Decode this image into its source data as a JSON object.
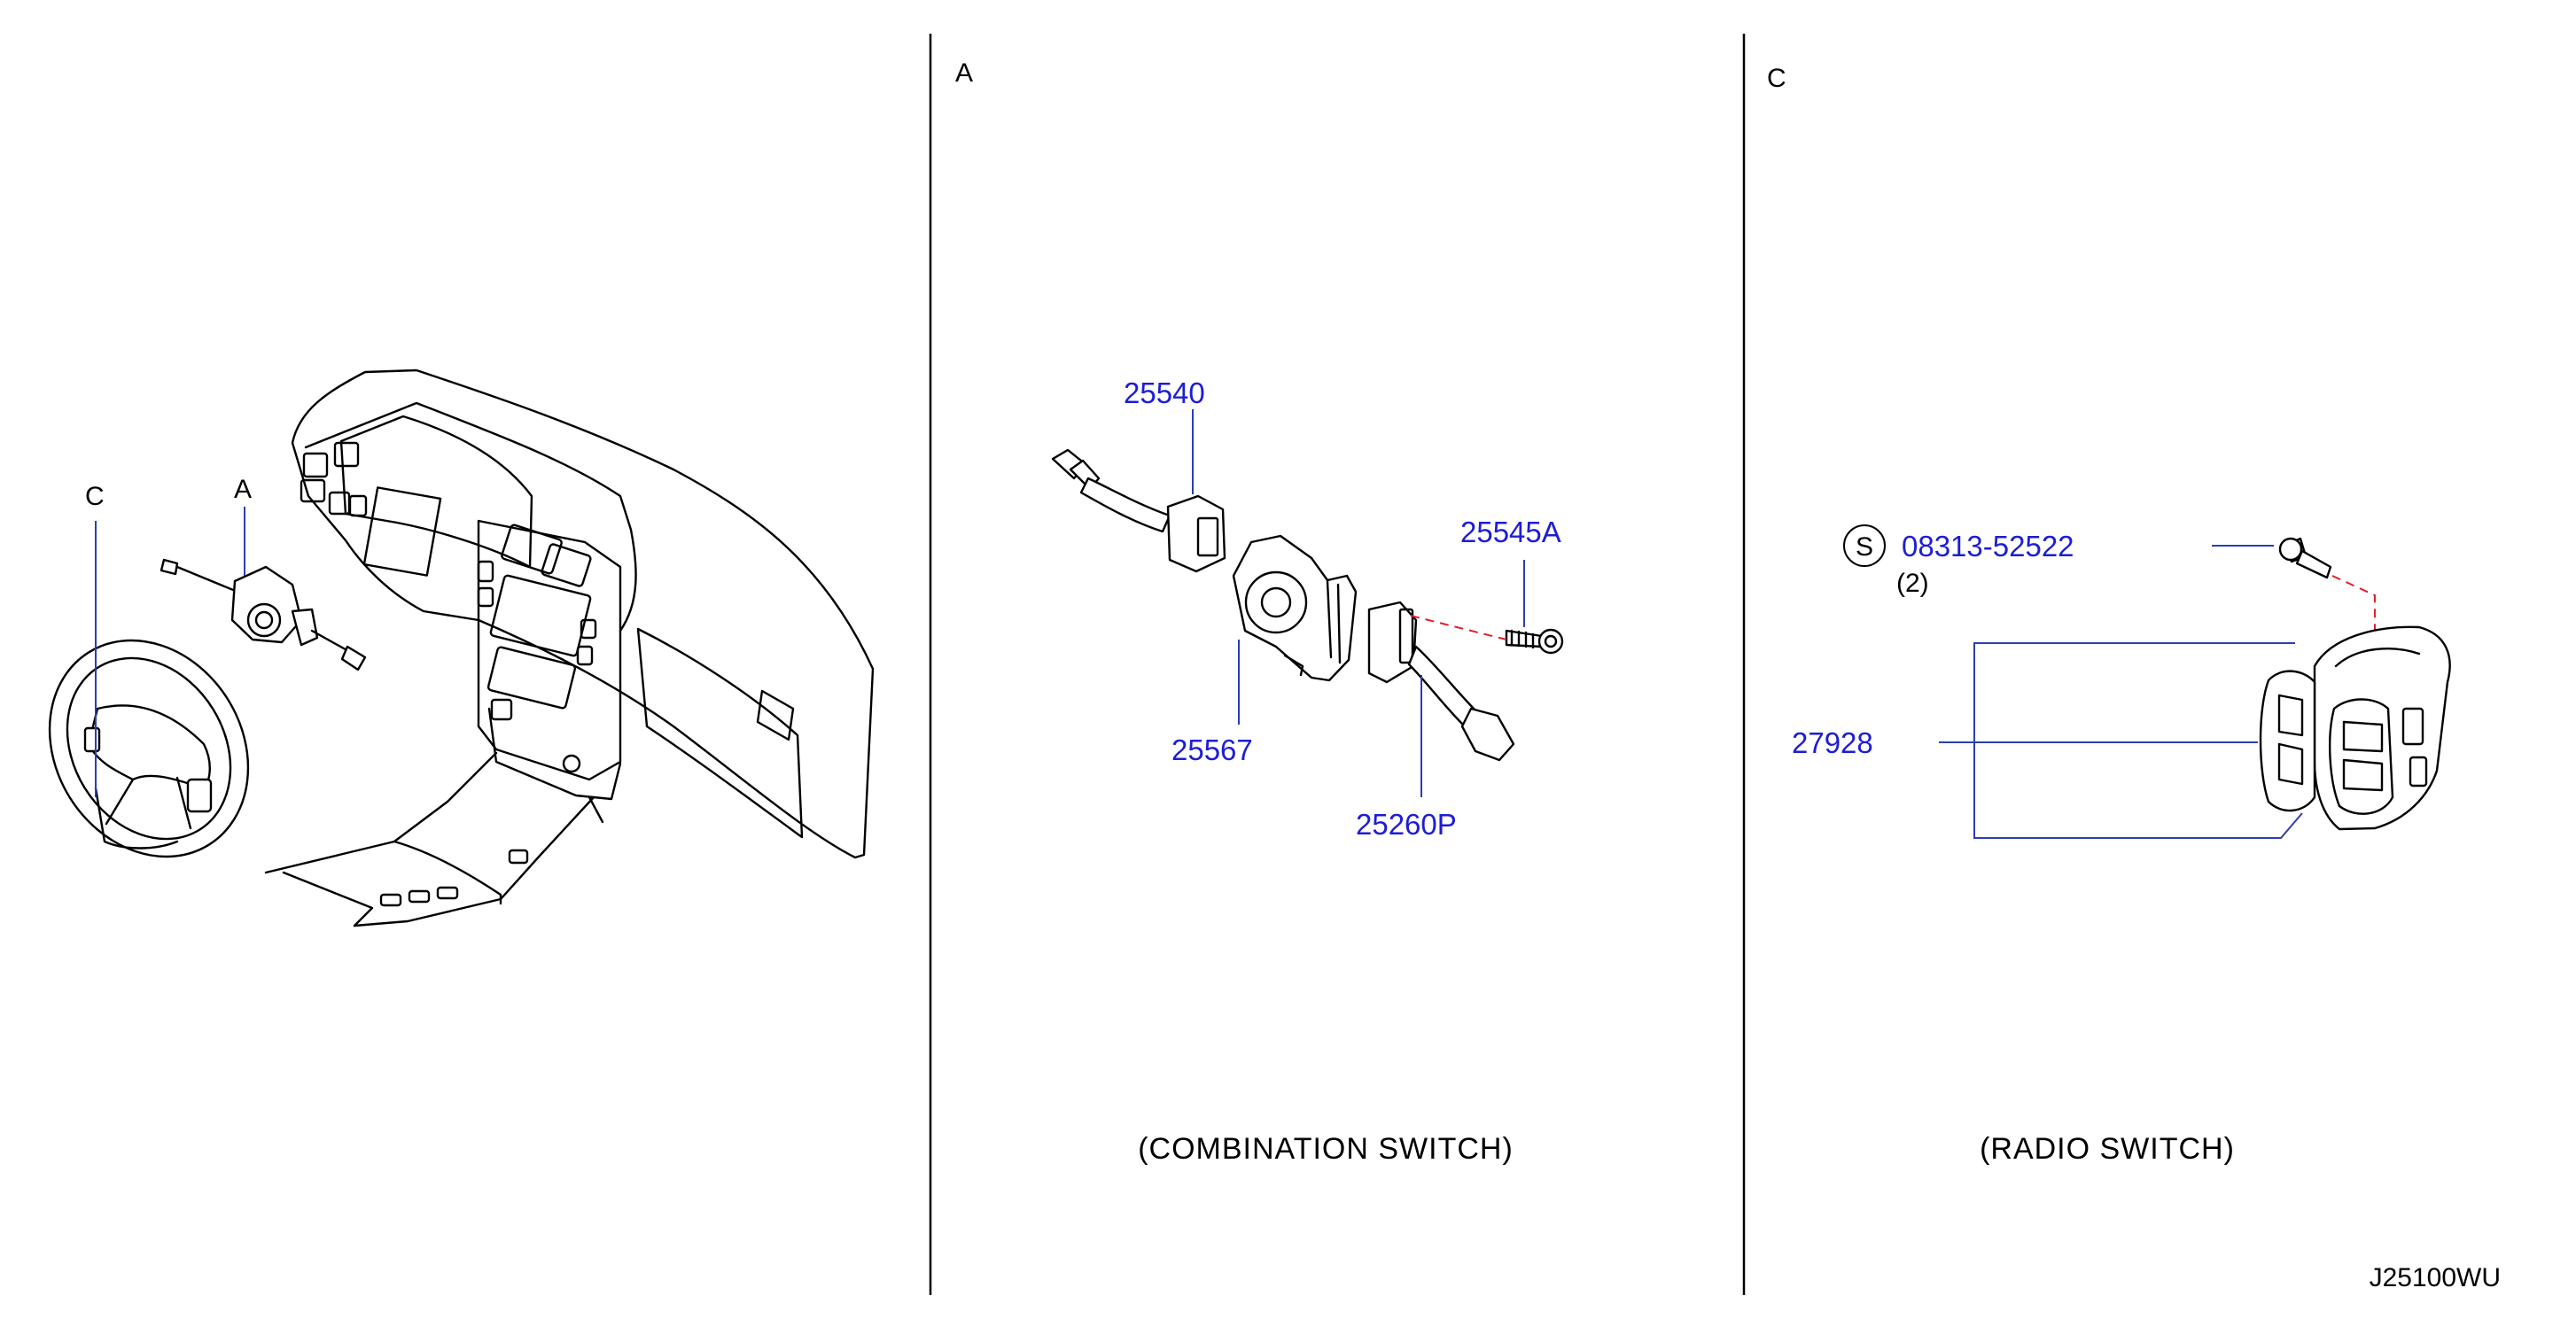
{
  "colors": {
    "part_number": "#1d1dd6",
    "leader": "#2a3fb0",
    "dashed": "#e0202a",
    "ink": "#000000"
  },
  "overview": {
    "callout_c": "C",
    "callout_a": "A"
  },
  "panel_a": {
    "letter": "A",
    "caption": "(COMBINATION   SWITCH)",
    "parts": [
      "25540",
      "25545A",
      "25567",
      "25260P"
    ]
  },
  "panel_c": {
    "letter": "C",
    "symbol": "S",
    "screw": "08313-52522",
    "screw_qty": "(2)",
    "part": "27928",
    "caption": "(RADIO    SWITCH)"
  },
  "diagram_code": "J25100WU"
}
